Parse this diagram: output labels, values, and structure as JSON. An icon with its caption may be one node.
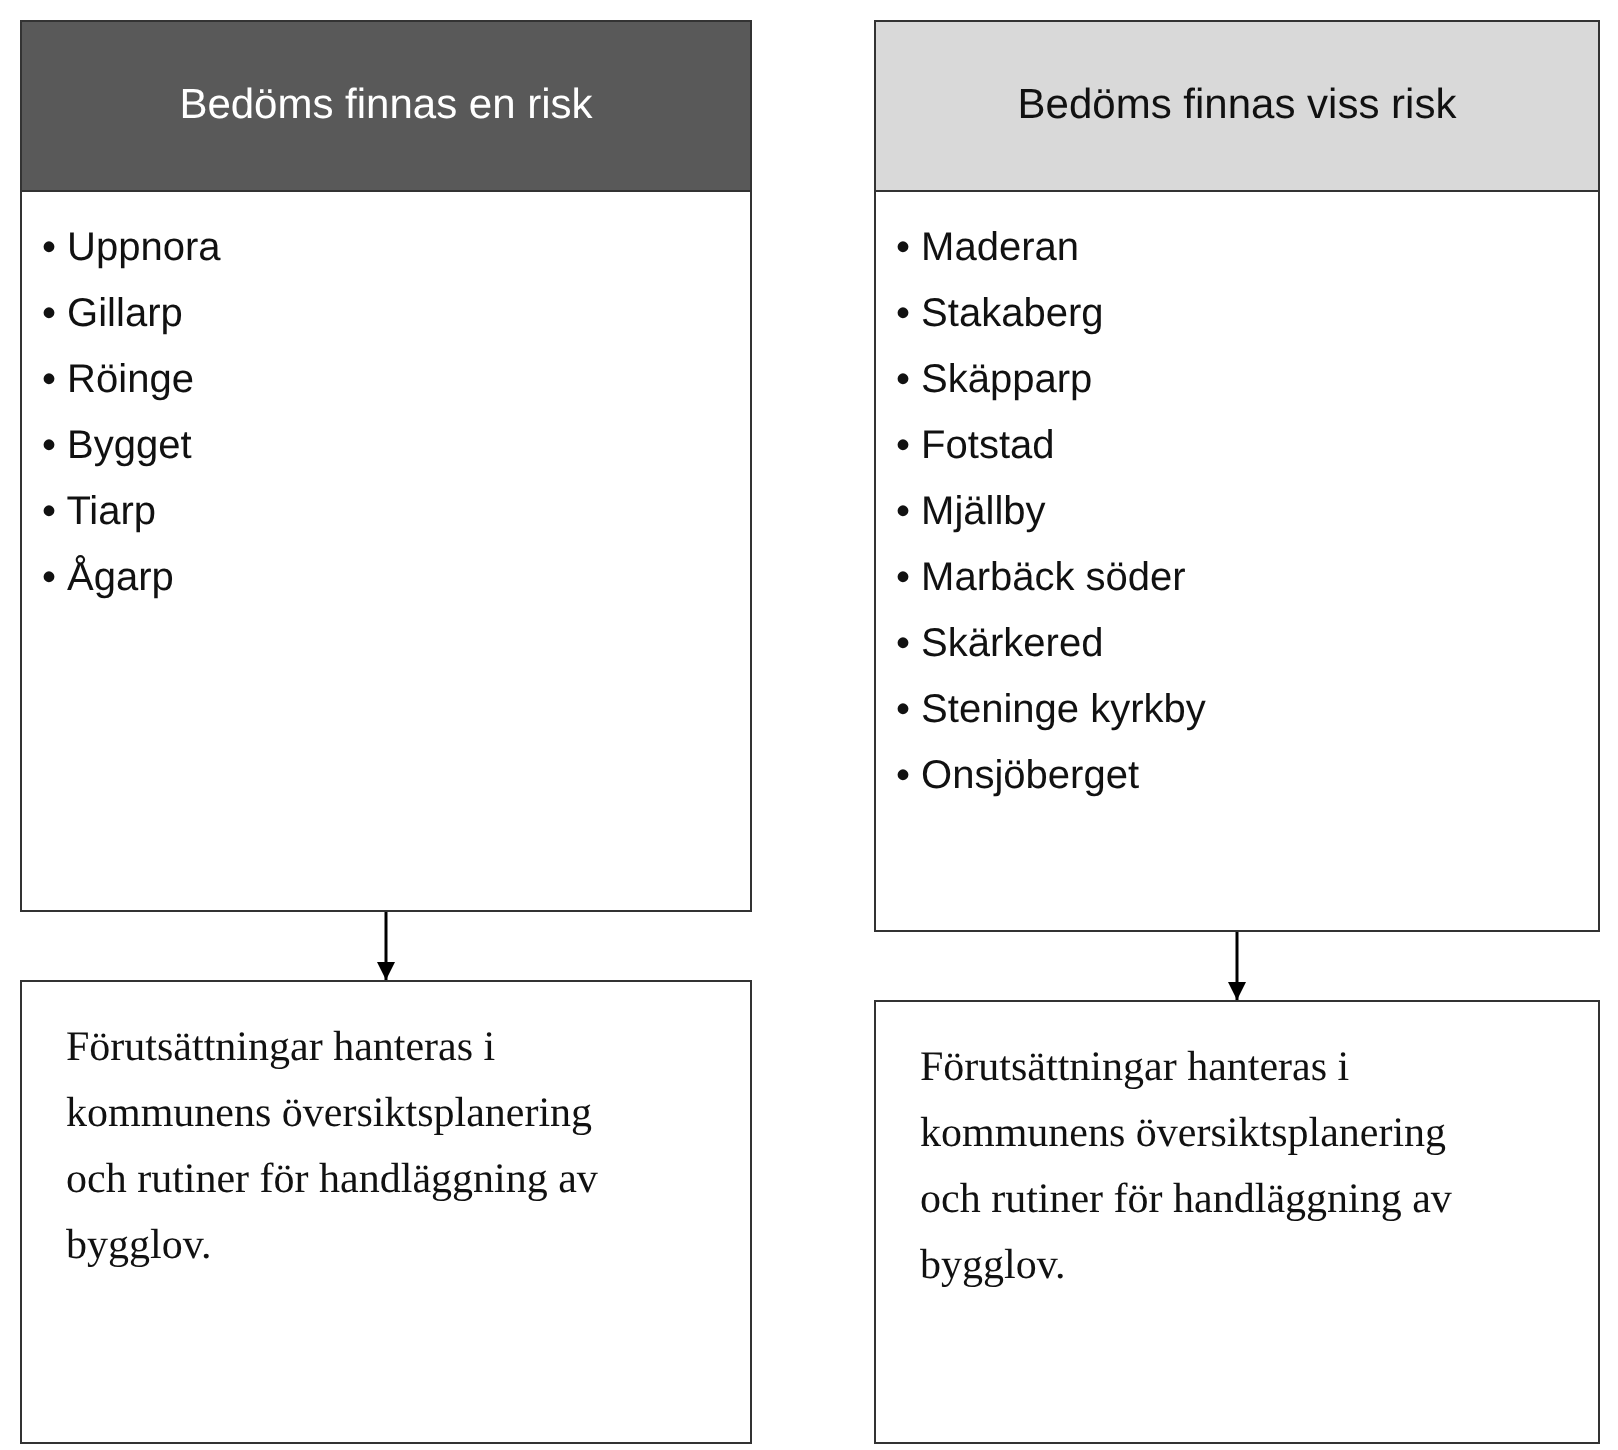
{
  "diagram": {
    "nodes": [
      {
        "text": [
          "Bedöms finnas en risk"
        ]
      },
      {
        "text": [
          "• Uppnora",
          "• Gillarp",
          "• Röinge",
          "• Bygget",
          "• Tiarp",
          "• Ågarp"
        ]
      },
      {
        "text": [
          "Förutsättningar hanteras i kommunens översiktsplanering och rutiner för handläggning av bygglov."
        ]
      },
      {
        "text": [
          "Bedöms finnas viss risk"
        ]
      },
      {
        "text": [
          "• Maderan",
          "• Stakaberg",
          "• Skäpparp",
          "• Fotstad",
          "• Mjällby",
          "• Marbäck söder",
          "• Skärkered",
          "• Steninge kyrkby",
          "• Onsjöberget"
        ]
      },
      {
        "text": [
          "Förutsättningar hanteras i kommunens översiktsplanering och rutiner för handläggning av bygglov."
        ]
      }
    ],
    "edges": [
      {
        "from": 1,
        "to": 2,
        "arrow": "to"
      },
      {
        "from": 4,
        "to": 5,
        "arrow": "to"
      }
    ]
  }
}
